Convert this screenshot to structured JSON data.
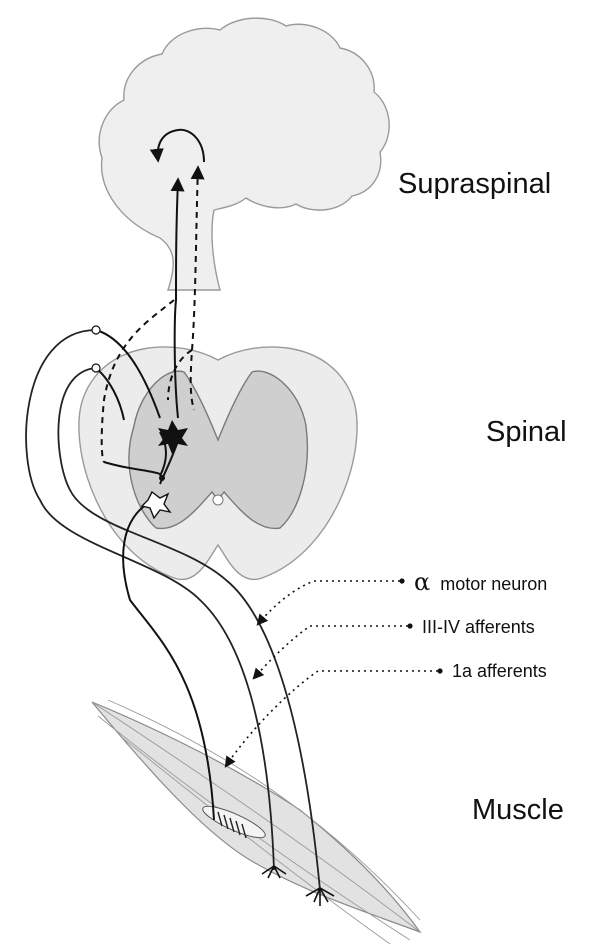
{
  "levels": {
    "supraspinal": "Supraspinal",
    "spinal": "Spinal",
    "muscle": "Muscle"
  },
  "pathways": {
    "alpha_symbol": "α",
    "alpha_motor_neuron": "motor neuron",
    "group_iii_iv_afferents": "III-IV afferents",
    "ia_afferents": "1a afferents"
  },
  "colors": {
    "brain_fill": "#efefef",
    "gray_matter": "#cfcfcf",
    "white_matter": "#ececec",
    "muscle_fill": "#e2e2e2",
    "line": "#111111"
  }
}
